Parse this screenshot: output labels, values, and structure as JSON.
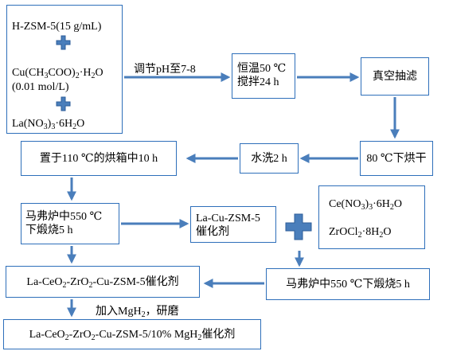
{
  "steps": {
    "reagents": {
      "line1": [
        "H-ZSM-5(15 g/mL)"
      ],
      "line2": [
        "Cu(CH",
        "3",
        "COO)",
        "2",
        "·H",
        "2",
        "O"
      ],
      "line3": [
        "(0.01 mol/L)"
      ],
      "line4": [
        "La(NO",
        "3",
        ")",
        "3",
        "·6H",
        "2",
        "O"
      ]
    },
    "adjust_ph": "调节pH至7-8",
    "stir": {
      "line1": "恒温50 ℃",
      "line2": "搅拌24 h"
    },
    "vacuum_filter": "真空抽滤",
    "dry_80": "80 ℃下烘干",
    "wash": "水洗2 h",
    "oven_110": "置于110 ℃的烘箱中10 h",
    "muffle_1": {
      "line1": "马弗炉中550 ℃",
      "line2": "下煅烧5 h"
    },
    "la_cu_catalyst": {
      "line1": "La-Cu-ZSM-5",
      "line2": "催化剂"
    },
    "ce_zr": {
      "line1": [
        "Ce(NO",
        "3",
        ")",
        "3",
        "·6H",
        "2",
        "O"
      ],
      "line2": [
        "ZrOCl",
        "2",
        "·8H",
        "2",
        "O"
      ]
    },
    "muffle_2": "马弗炉中550 ℃下煅烧5 h",
    "intermediate": [
      "La-CeO",
      "2",
      "-ZrO",
      "2",
      "-Cu-ZSM-5催化剂"
    ],
    "add_mgh2": [
      "加入MgH",
      "2",
      "，研磨"
    ],
    "final": [
      "La-CeO",
      "2",
      "-ZrO",
      "2",
      "-Cu-ZSM-5/10% MgH",
      "2",
      "催化剂"
    ]
  },
  "colors": {
    "border": "#2e6fba",
    "arrow": "#4a7ebb"
  }
}
